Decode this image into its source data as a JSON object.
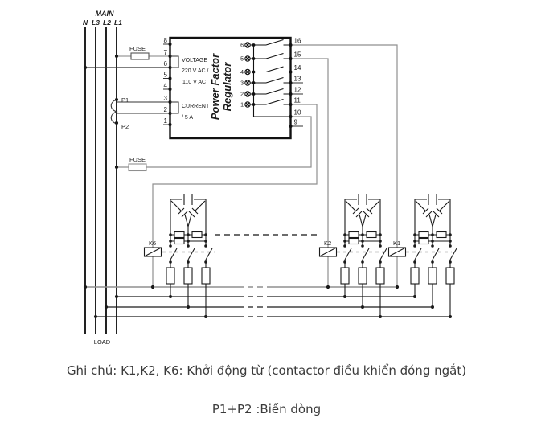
{
  "diagram": {
    "main_label": "MAIN",
    "phases": {
      "n": "N",
      "l3": "L3",
      "l2": "L2",
      "l1": "L1"
    },
    "load_label": "LOAD",
    "fuse_top_label": "FUSE",
    "fuse_control_label": "FUSE",
    "ct": {
      "p1": "P1",
      "p2": "P2"
    },
    "regulator": {
      "title_line1": "Power Factor",
      "title_line2": "Regulator",
      "voltage_label": "VOLTAGE",
      "voltage_value1": "220 V AC /",
      "voltage_value2": "110 V AC",
      "current_label": "CURRENT",
      "current_value": "/ 5 A",
      "left_terminals": [
        "8",
        "7",
        "6",
        "5",
        "4",
        "3",
        "2",
        "1"
      ],
      "right_terminals": [
        "16",
        "15",
        "14",
        "13",
        "12",
        "11",
        "10",
        "9"
      ],
      "output_contacts": [
        "6",
        "5",
        "4",
        "3",
        "2",
        "1"
      ]
    },
    "contactors": {
      "k6": "K6",
      "k2": "K2",
      "k1": "K1"
    }
  },
  "caption": {
    "line1": "Ghi chú: K1,K2, K6: Khởi động từ (contactor điều khiển đóng ngắt)",
    "line2": "P1+P2 :Biến dòng"
  },
  "colors": {
    "wire": "#1a1a1a",
    "power_line": "#222222",
    "control_wire": "#8f8f8f",
    "accent_label": "#2e5f5f",
    "caption_text": "#3b3b3b"
  }
}
